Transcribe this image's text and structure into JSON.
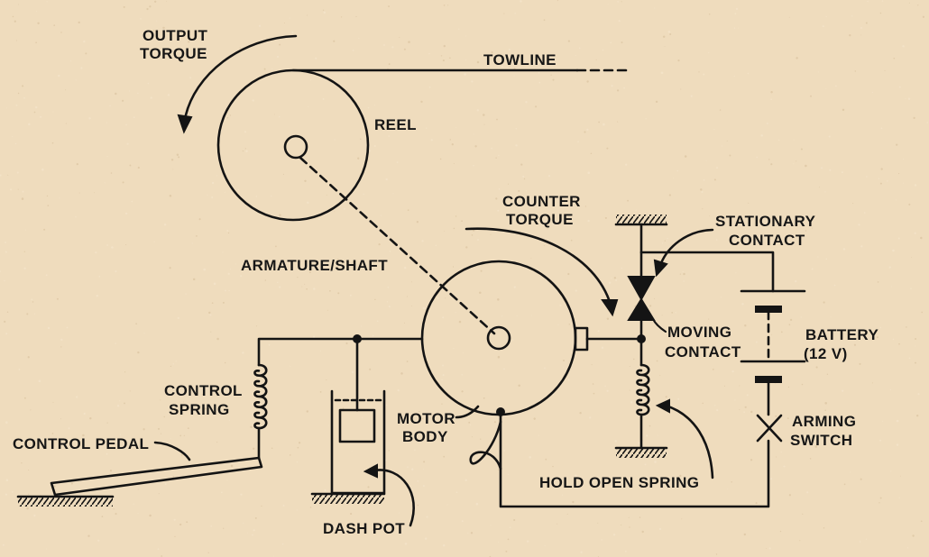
{
  "labels": {
    "output_torque": [
      "OUTPUT",
      "TORQUE"
    ],
    "towline": "TOWLINE",
    "reel": "REEL",
    "counter_torque": [
      "COUNTER",
      "TORQUE"
    ],
    "stationary_contact": [
      "STATIONARY",
      "CONTACT"
    ],
    "armature_shaft": "ARMATURE/SHAFT",
    "moving_contact": [
      "MOVING",
      "CONTACT"
    ],
    "battery": [
      "BATTERY",
      "(12 V)"
    ],
    "control_spring": [
      "CONTROL",
      "SPRING"
    ],
    "motor_body": [
      "MOTOR",
      "BODY"
    ],
    "arming_switch": [
      "ARMING",
      "SWITCH"
    ],
    "control_pedal": "CONTROL PEDAL",
    "hold_open_spring": "HOLD OPEN SPRING",
    "dash_pot": "DASH POT"
  },
  "colors": {
    "paper": "#efdcbd",
    "ink": "#141414"
  }
}
